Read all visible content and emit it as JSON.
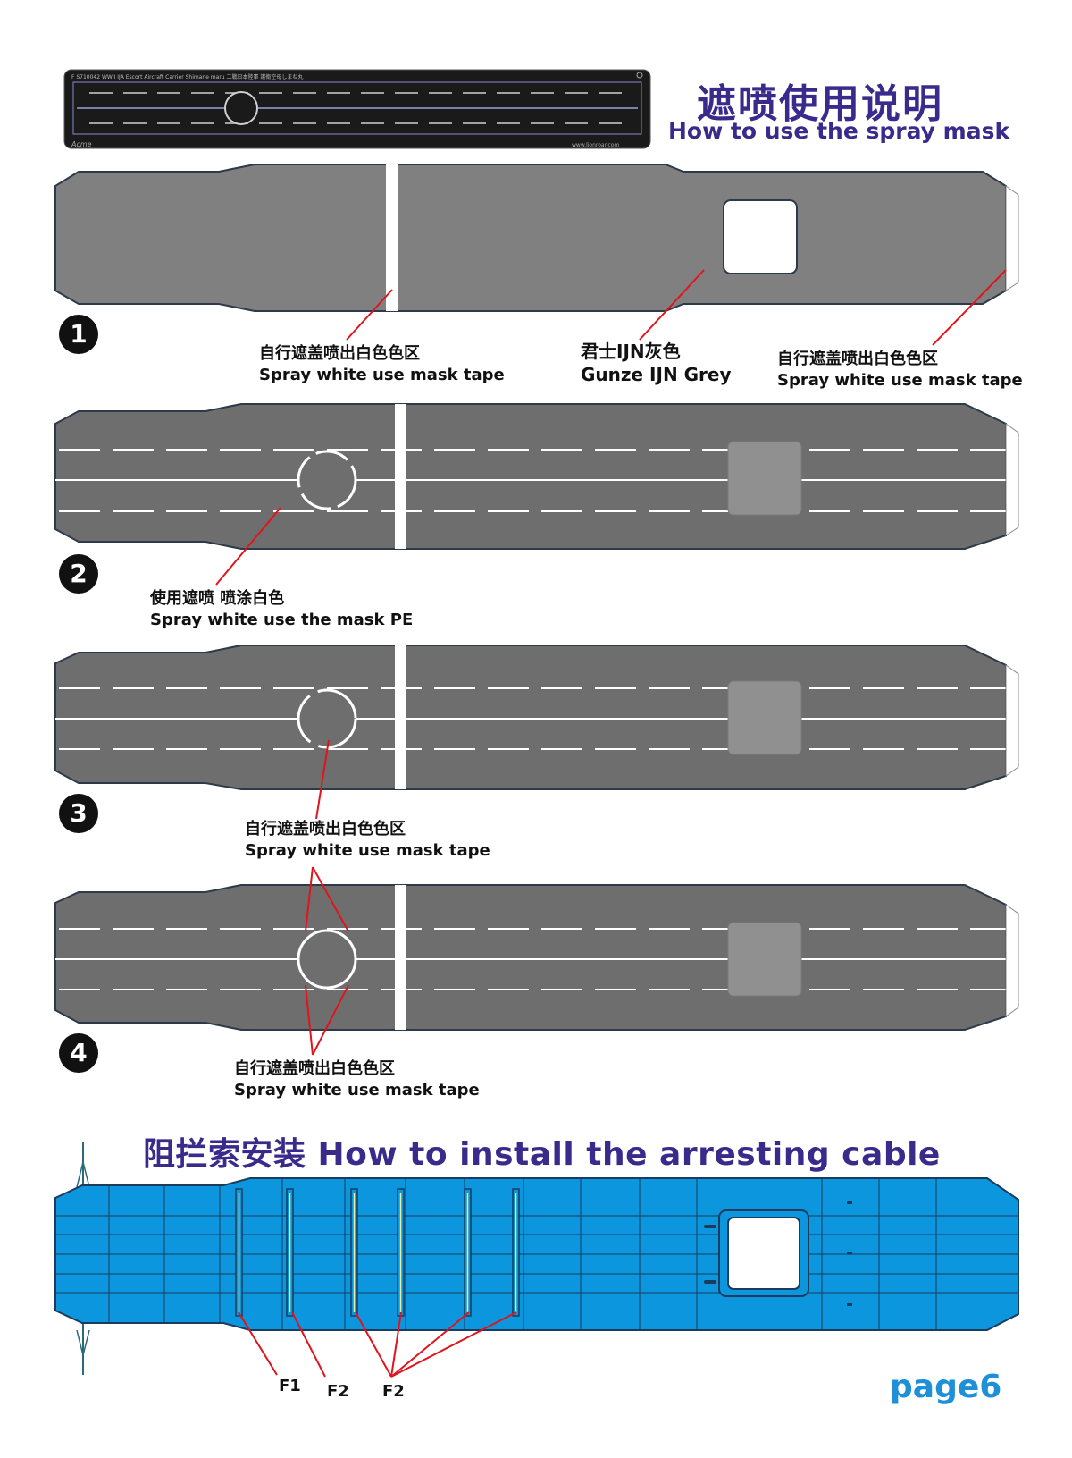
{
  "header": {
    "title_cn": "遮喷使用说明",
    "title_en": "How to use the spray mask",
    "sheet_caption": "F S710042 WWII IJA Escort Aircraft Carrier Shimane maru 二戰日本陸軍 護衛空母しまね丸",
    "brand": "Acme",
    "site": "www.lionroar.com"
  },
  "steps": [
    {
      "number": "1"
    },
    {
      "number": "2"
    },
    {
      "number": "3"
    },
    {
      "number": "4"
    }
  ],
  "labels": {
    "s1_left_cn": "自行遮盖喷出白色色区",
    "s1_left_en": "Spray white use mask tape",
    "s1_mid_cn": "君士IJN灰色",
    "s1_mid_en": "Gunze IJN Grey",
    "s1_right_cn": "自行遮盖喷出白色色区",
    "s1_right_en": "Spray white use mask tape",
    "s2_cn": "使用遮喷 喷涂白色",
    "s2_en": "Spray white use the mask PE",
    "s3_cn": "自行遮盖喷出白色色区",
    "s3_en": "Spray white use mask tape",
    "s4_cn": "自行遮盖喷出白色色区",
    "s4_en": "Spray white use mask tape"
  },
  "cable_section": {
    "title": "阻拦索安装 How to install the arresting cable",
    "parts": [
      "F1",
      "F2",
      "F2"
    ]
  },
  "page": "page6",
  "colors": {
    "deck_grey": "#808080",
    "deck_dark_grey": "#6e6e6e",
    "deck_blue": "#0b96de",
    "title_purple": "#3a2a8c",
    "page_blue": "#1e90d8",
    "leader_red": "#e0141c"
  }
}
